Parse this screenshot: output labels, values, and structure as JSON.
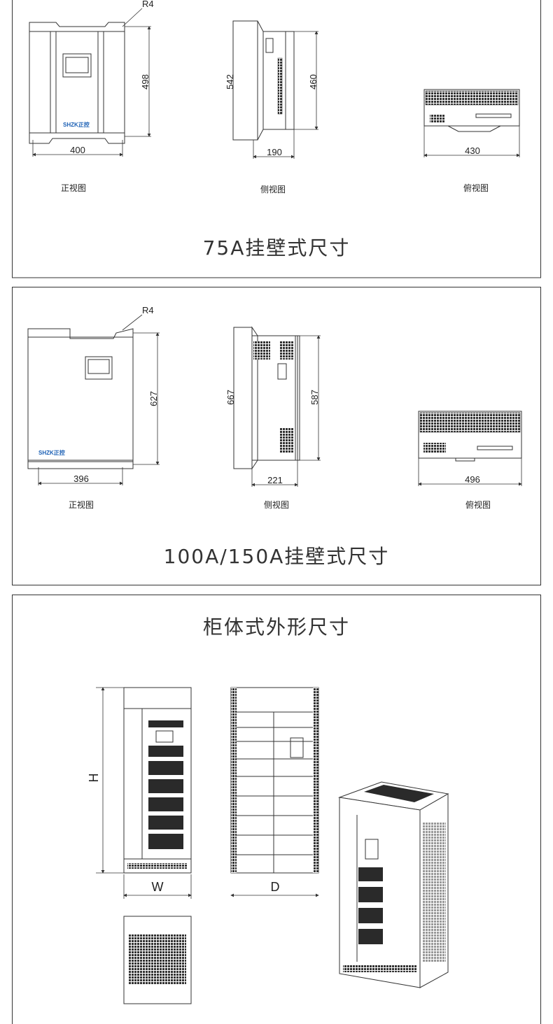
{
  "panels": [
    {
      "title": "75A挂壁式尺寸",
      "radius_label": "R4",
      "logo": "SHZK正控",
      "front": {
        "caption": "正视图",
        "width": "400",
        "height": "498"
      },
      "side": {
        "caption": "侧视图",
        "depth": "190",
        "total_height": "542",
        "inner_height": "460"
      },
      "top": {
        "caption": "俯视图",
        "width": "430"
      }
    },
    {
      "title": "100A/150A挂壁式尺寸",
      "radius_label": "R4",
      "logo": "SHZK正控",
      "front": {
        "caption": "正视图",
        "width": "396",
        "height": "627"
      },
      "side": {
        "caption": "侧视图",
        "depth": "221",
        "total_height": "667",
        "inner_height": "587"
      },
      "top": {
        "caption": "俯视图",
        "width": "496"
      }
    },
    {
      "title": "柜体式外形尺寸",
      "labels": {
        "height": "H",
        "width": "W",
        "depth": "D"
      }
    }
  ],
  "colors": {
    "border": "#333333",
    "logo": "#1a5fb4"
  }
}
